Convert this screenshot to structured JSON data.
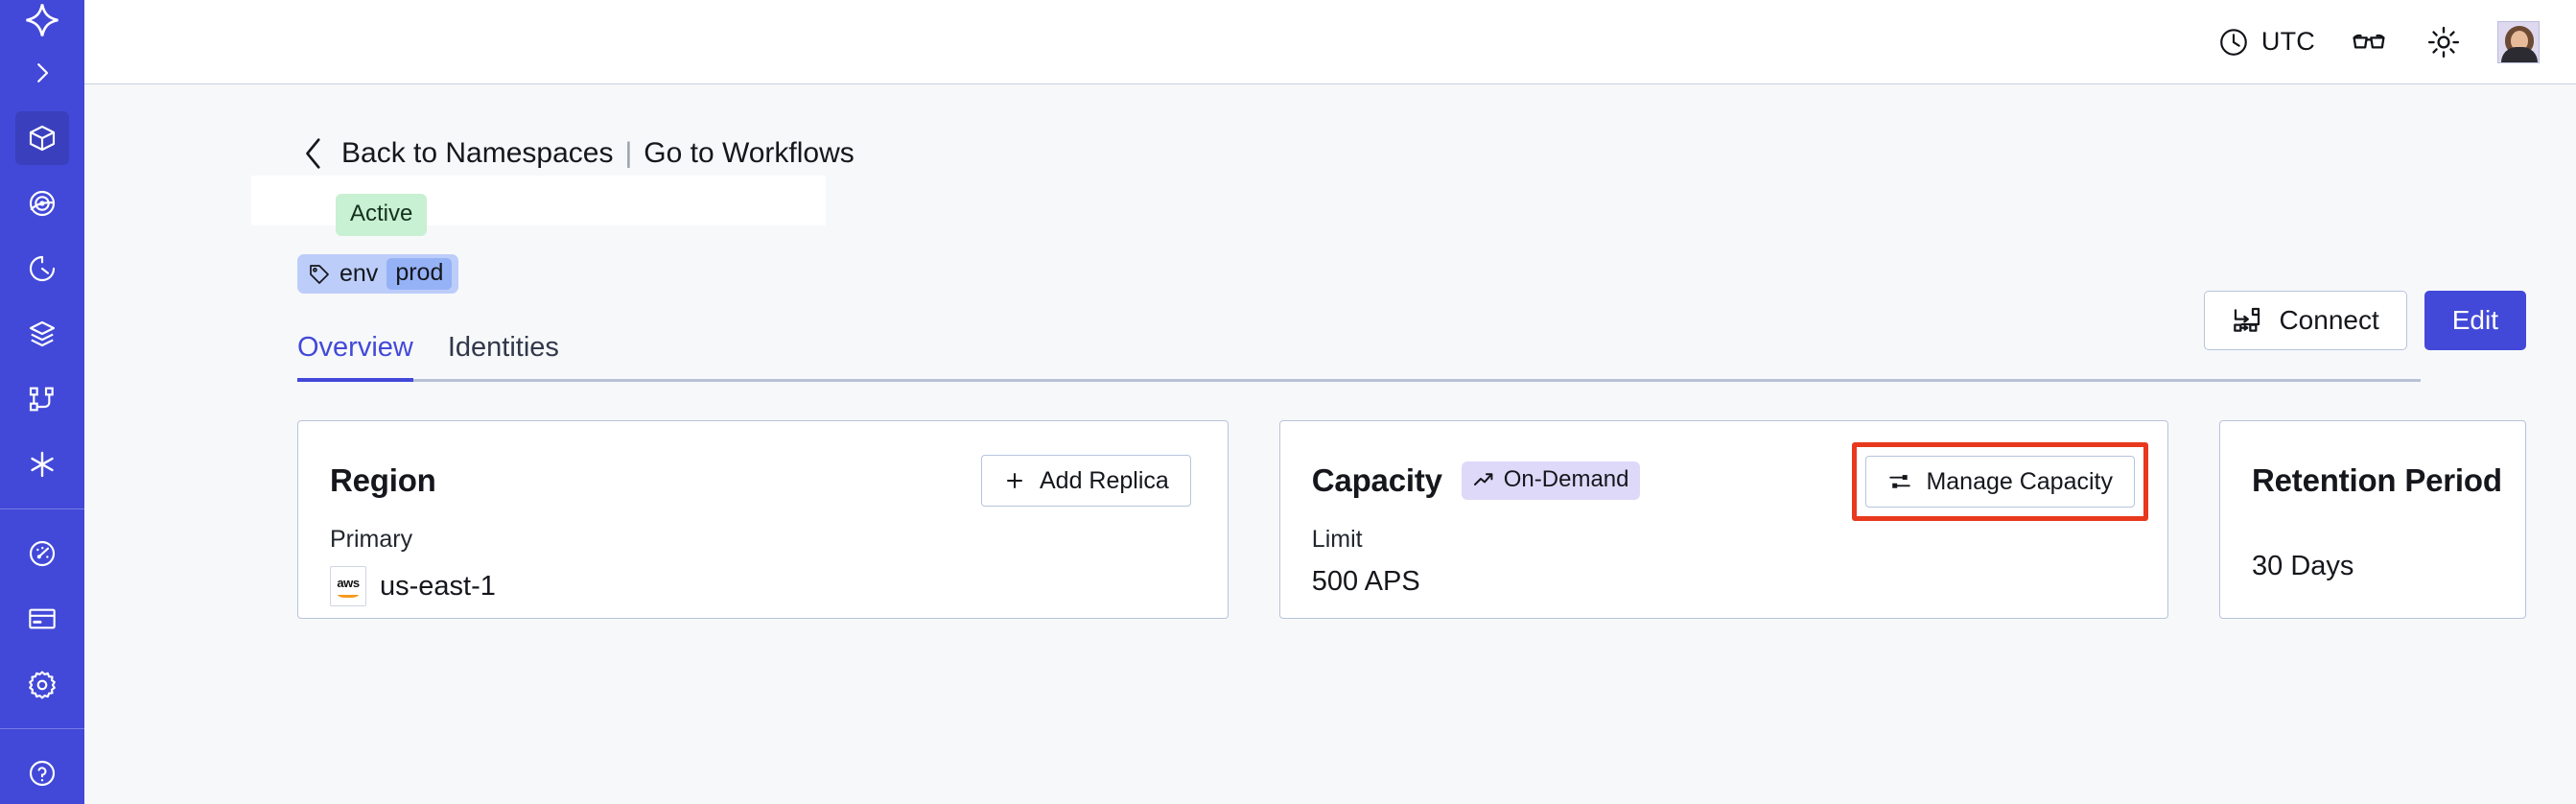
{
  "sidebar": {
    "logo_icon": "temporal-logo-icon",
    "items": [
      {
        "icon": "chevron-right-icon",
        "name": "expand-sidebar",
        "active": false
      },
      {
        "icon": "namespaces-cube-icon",
        "name": "namespaces",
        "active": true
      },
      {
        "icon": "eye-target-icon",
        "name": "observability",
        "active": false
      },
      {
        "icon": "history-clock-icon",
        "name": "history",
        "active": false
      },
      {
        "icon": "layers-icon",
        "name": "layers",
        "active": false
      },
      {
        "icon": "workflow-graph-icon",
        "name": "workflows",
        "active": false
      },
      {
        "icon": "asterisk-icon",
        "name": "integrations",
        "active": false
      },
      {
        "icon": "usage-gauge-icon",
        "name": "usage",
        "active": false
      },
      {
        "icon": "billing-card-icon",
        "name": "billing",
        "active": false
      },
      {
        "icon": "gear-icon",
        "name": "settings",
        "active": false
      }
    ]
  },
  "topbar": {
    "timezone_icon": "clock-icon",
    "timezone_label": "UTC",
    "glasses_icon": "glasses-icon",
    "theme_icon": "sun-icon",
    "avatar_icon": "user-avatar"
  },
  "breadcrumb": {
    "back_icon": "chevron-left-icon",
    "back_label": "Back to Namespaces",
    "separator": "|",
    "forward_label": "Go to Workflows"
  },
  "header": {
    "namespace_title": "",
    "status_badge": "Active",
    "tag": {
      "icon": "tag-icon",
      "key": "env",
      "value": "prod"
    },
    "connect_label": "Connect",
    "connect_icon": "connect-flow-icon",
    "edit_label": "Edit"
  },
  "tabs": [
    {
      "label": "Overview",
      "active": true
    },
    {
      "label": "Identities",
      "active": false
    }
  ],
  "cards": {
    "region": {
      "title": "Region",
      "action_label": "Add Replica",
      "action_icon": "plus-icon",
      "sub_label": "Primary",
      "provider_icon": "aws-logo",
      "value": "us-east-1"
    },
    "capacity": {
      "title": "Capacity",
      "badge_icon": "trend-up-icon",
      "badge_label": "On-Demand",
      "action_label": "Manage Capacity",
      "action_icon": "sliders-icon",
      "sub_label": "Limit",
      "value": "500 APS",
      "highlighted": true
    },
    "retention": {
      "title": "Retention Period",
      "value": "30  Days"
    }
  },
  "colors": {
    "brand": "#4249d8",
    "sidebar_bg": "#4249d8",
    "sidebar_active": "#3a40bd",
    "page_bg": "#f7f8fa",
    "card_border": "#b7c4de",
    "status_active_bg": "#c8f0d2",
    "badge_ondemand_bg": "#ded9f9",
    "tag_bg": "#bdcdfa",
    "tag_value_bg": "#95b2f7",
    "highlight": "#e8391e"
  }
}
